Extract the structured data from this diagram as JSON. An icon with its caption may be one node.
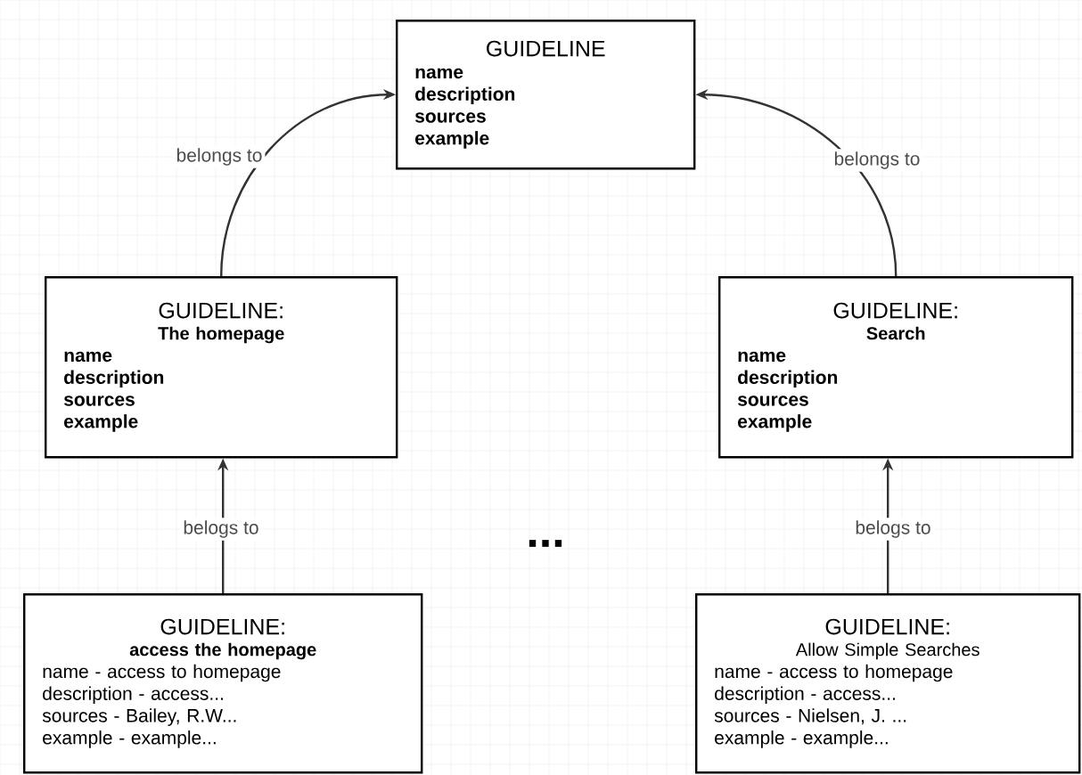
{
  "diagram": {
    "nodes": [
      {
        "text": [
          "GUIDELINE",
          "name",
          "description",
          "sources",
          "example"
        ]
      },
      {
        "text": [
          "GUIDELINE:",
          "The homepage",
          "name",
          "description",
          "sources",
          "example"
        ]
      },
      {
        "text": [
          "GUIDELINE:",
          "Search",
          "name",
          "description",
          "sources",
          "example"
        ]
      },
      {
        "text": [
          "GUIDELINE:",
          "access the homepage",
          "name - access to homepage",
          "description - access...",
          "sources - Bailey, R.W...",
          "example - example..."
        ]
      },
      {
        "text": [
          "GUIDELINE:",
          "Allow Simple Searches",
          "name - access to homepage",
          "description - access...",
          "sources - Nielsen, J. ...",
          "example - example..."
        ]
      }
    ],
    "edges": [
      {
        "from": 1,
        "to": 0,
        "arrow": "to",
        "label": "belongs to"
      },
      {
        "from": 2,
        "to": 0,
        "arrow": "to",
        "label": "belongs to"
      },
      {
        "from": 3,
        "to": 1,
        "arrow": "to",
        "label": "belogs to"
      },
      {
        "from": 4,
        "to": 2,
        "arrow": "to",
        "label": "belogs to"
      }
    ],
    "labels": [
      "..."
    ]
  }
}
